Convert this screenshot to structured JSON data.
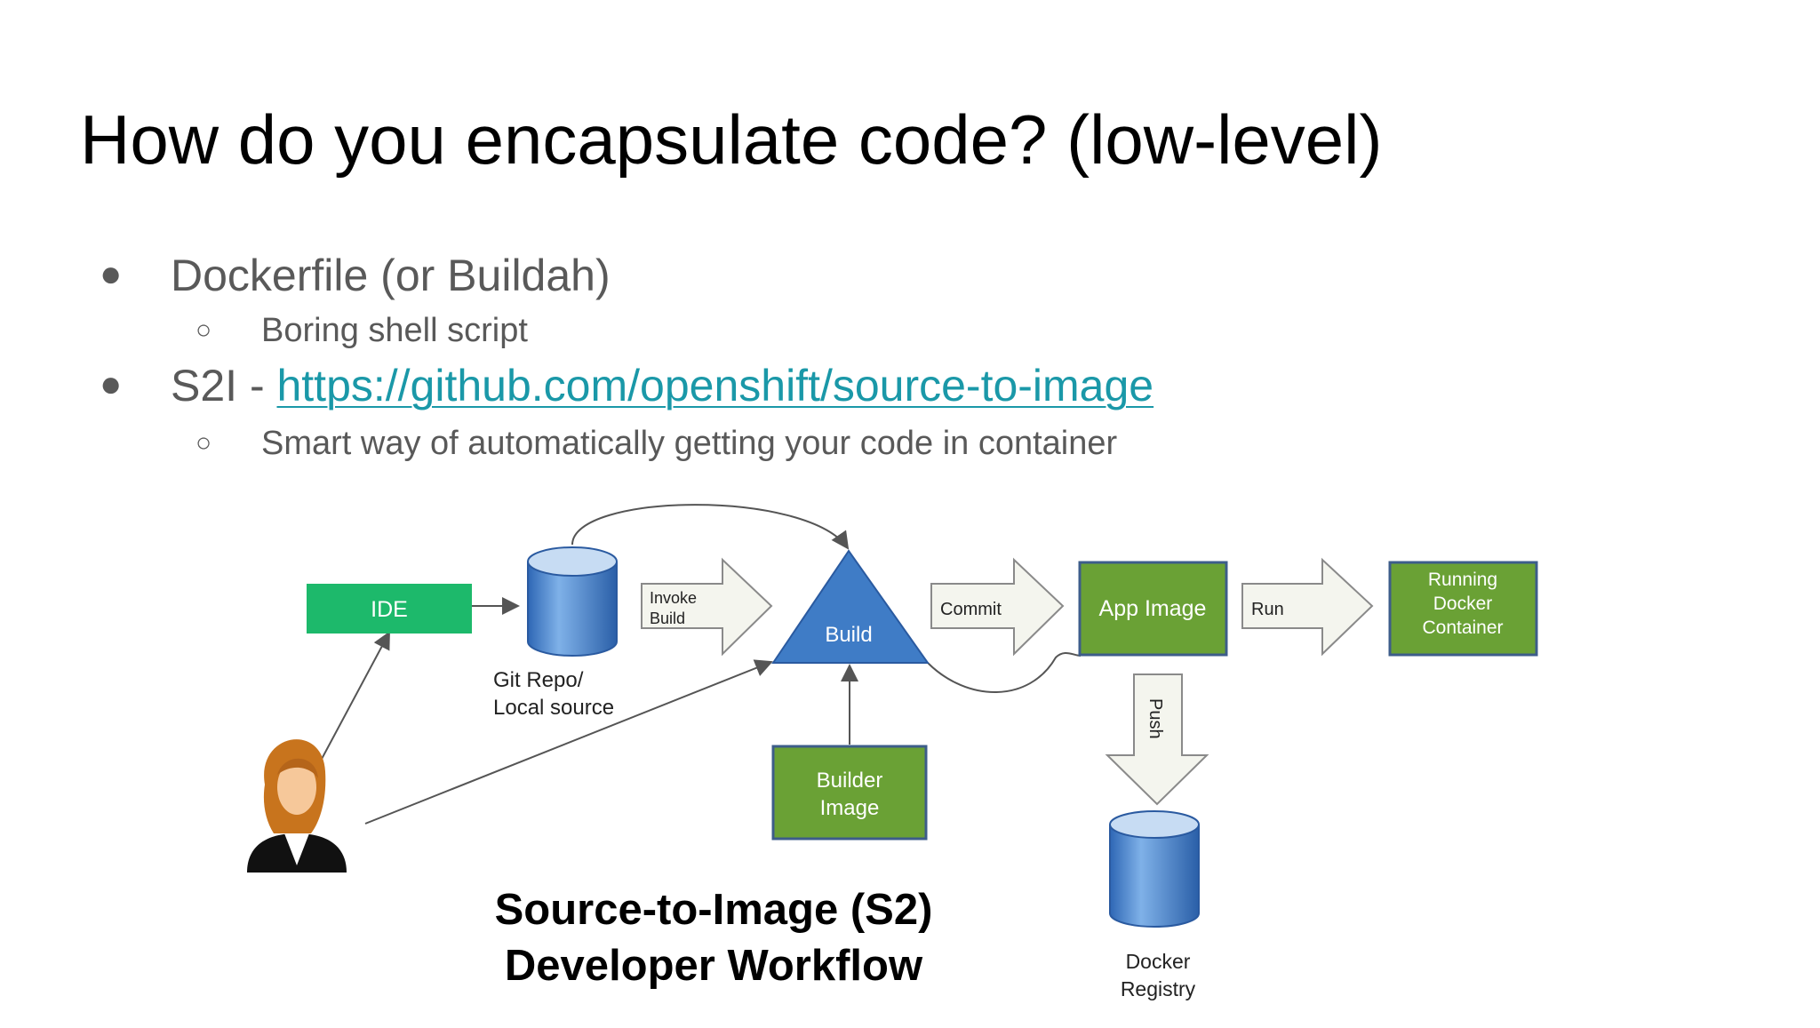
{
  "slide": {
    "title": "How do you encapsulate code? (low-level)"
  },
  "bullets": [
    {
      "marker": "●",
      "text": "Dockerfile (or Buildah)"
    },
    {
      "marker": "○",
      "text": "Boring shell script"
    },
    {
      "marker": "●",
      "prefix": "S2I - ",
      "link": "https://github.com/openshift/source-to-image"
    },
    {
      "marker": "○",
      "text": "Smart way of automatically getting your code in container"
    }
  ],
  "diagram": {
    "ide": "IDE",
    "git_repo": [
      "Git Repo/",
      "Local source"
    ],
    "invoke_build": [
      "Invoke",
      "Build"
    ],
    "build": "Build",
    "commit": "Commit",
    "app_image": "App Image",
    "run": "Run",
    "running_container": [
      "Running",
      "Docker",
      "Container"
    ],
    "push": "Push",
    "builder_image": [
      "Builder",
      "Image"
    ],
    "docker_registry": [
      "Docker",
      "Registry"
    ],
    "caption": [
      "Source-to-Image (S2)",
      "Developer Workflow"
    ],
    "colors": {
      "green": "#6aa135",
      "green_border": "#3d5d8a",
      "ide_green": "#1db96b",
      "blue": "#3f7cc6",
      "arrow_fill": "#f4f5ee"
    }
  }
}
